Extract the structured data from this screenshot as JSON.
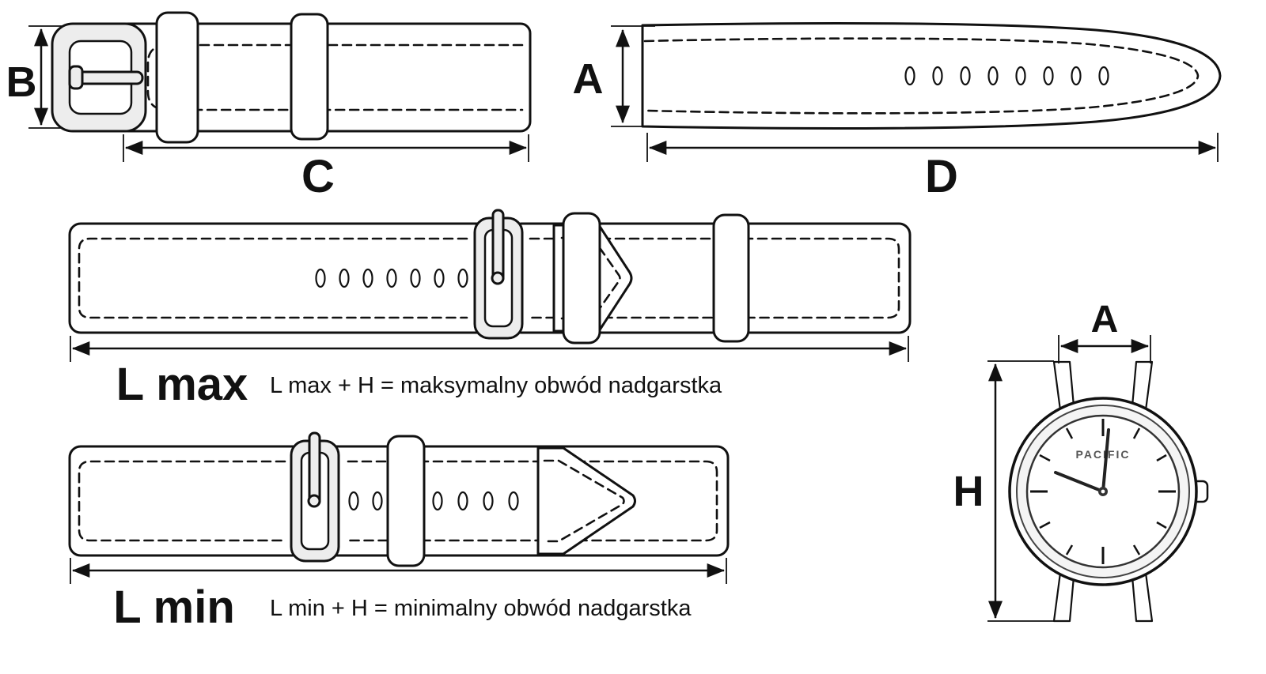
{
  "diagram": {
    "top_left_piece": {
      "dim_height_label": "B",
      "dim_length_label": "C"
    },
    "top_right_piece": {
      "dim_height_label": "A",
      "dim_length_label": "D"
    },
    "l_max": {
      "label": "L max",
      "formula": "L max + H  = maksymalny obwód nadgarstka"
    },
    "l_min": {
      "label": "L min",
      "formula": "L min + H  = minimalny obwód nadgarstka"
    },
    "watch": {
      "dim_width_label": "A",
      "dim_height_label": "H",
      "brand": "PACIFIC"
    },
    "colors": {
      "line": "#111111",
      "background": "#ffffff",
      "metal_fill": "#ededed"
    }
  }
}
